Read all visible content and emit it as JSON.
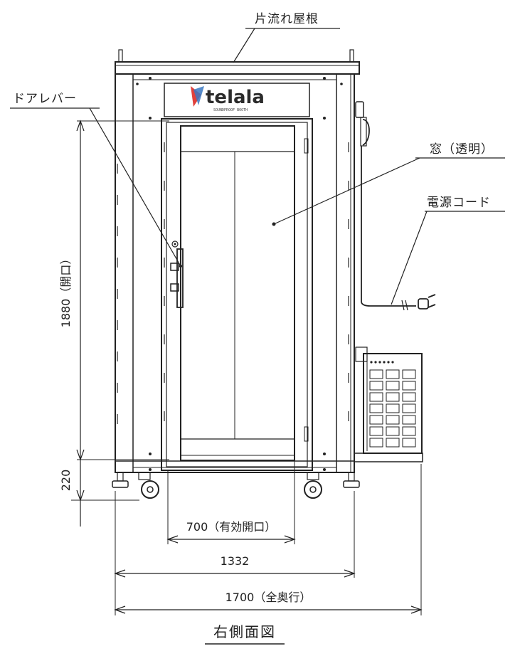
{
  "labels": {
    "roof": "片流れ屋根",
    "door_lever": "ドアレバー",
    "window": "窓（透明）",
    "power_cord": "電源コード"
  },
  "logo": {
    "name": "telala",
    "tagline": "SOUNDPROOF BOOTH"
  },
  "dimensions": {
    "opening_height": "1880（開口）",
    "base_height": "220",
    "door_width": "700（有効開口）",
    "body_depth": "1332",
    "total_depth": "1700（全奥行）"
  },
  "caption": "右側面図",
  "colors": {
    "line": "#222222",
    "logo_red": "#e0413c",
    "logo_blue": "#3a78c2",
    "logo_text": "#2b2b2b"
  }
}
